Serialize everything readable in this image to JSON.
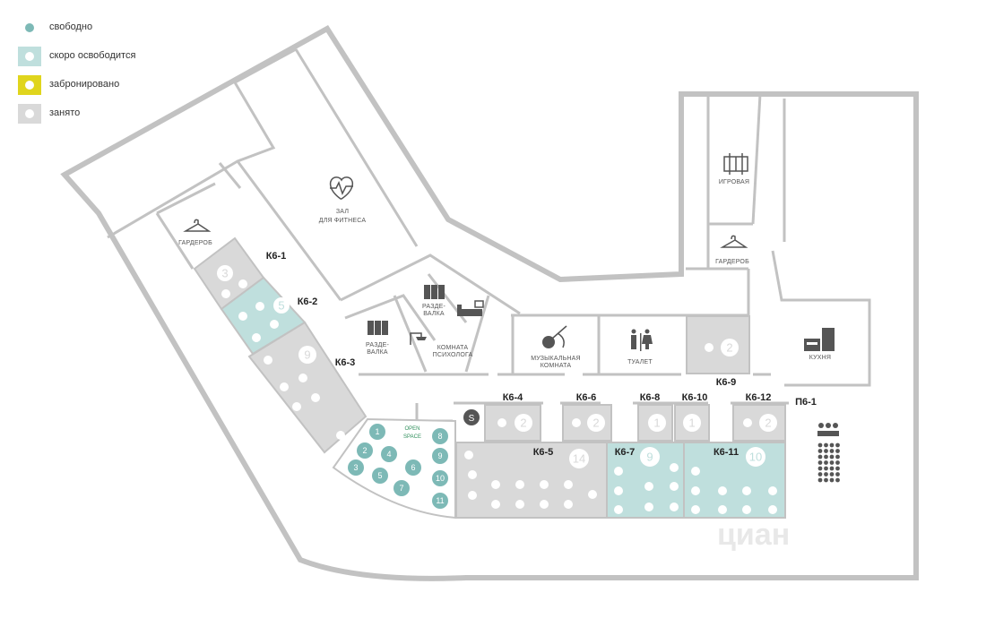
{
  "legend": {
    "free": "свободно",
    "soon": "скоро освободится",
    "booked": "забронировано",
    "busy": "занято"
  },
  "colors": {
    "free": "#7db9b6",
    "soon": "#bfdfdd",
    "booked": "#e0d51d",
    "busy": "#d9d9d9",
    "walls": "#c2c2c2"
  },
  "labels": {
    "fitness_1": "ЗАЛ",
    "fitness_2": "ДЛЯ ФИТНЕСА",
    "wardrobe_left": "ГАРДЕРОБ",
    "wardrobe_right": "ГАРДЕРОБ",
    "locker_a_1": "РАЗДЕ-",
    "locker_a_2": "ВАЛКА",
    "locker_b_1": "РАЗДЕ-",
    "locker_b_2": "ВАЛКА",
    "psych_1": "КОМНАТА",
    "psych_2": "ПСИХОЛОГА",
    "music_1": "МУЗЫКАЛЬНАЯ",
    "music_2": "КОМНАТА",
    "toilet": "ТУАЛЕТ",
    "game": "ИГРОВАЯ",
    "kitchen": "КУХНЯ",
    "openspace_1": "OPEN",
    "openspace_2": "SPACE"
  },
  "rooms": {
    "k61": {
      "id": "К6-1",
      "seats": "3"
    },
    "k62": {
      "id": "К6-2",
      "seats": "5"
    },
    "k63": {
      "id": "К6-3",
      "seats": "9"
    },
    "k64": {
      "id": "К6-4",
      "seats": "2"
    },
    "k65": {
      "id": "К6-5",
      "seats": "14"
    },
    "k66": {
      "id": "К6-6",
      "seats": "2"
    },
    "k67": {
      "id": "К6-7",
      "seats": "9"
    },
    "k68": {
      "id": "К6-8",
      "seats": "1"
    },
    "k69": {
      "id": "К6-9",
      "seats": "2"
    },
    "k610": {
      "id": "К6-10",
      "seats": "1"
    },
    "k611": {
      "id": "К6-11",
      "seats": "10"
    },
    "k612": {
      "id": "К6-12",
      "seats": "2"
    },
    "p61": {
      "id": "П6-1"
    }
  },
  "openspace_seats": [
    "1",
    "2",
    "3",
    "4",
    "5",
    "6",
    "7",
    "8",
    "9",
    "10",
    "11"
  ],
  "watermark": "циан"
}
